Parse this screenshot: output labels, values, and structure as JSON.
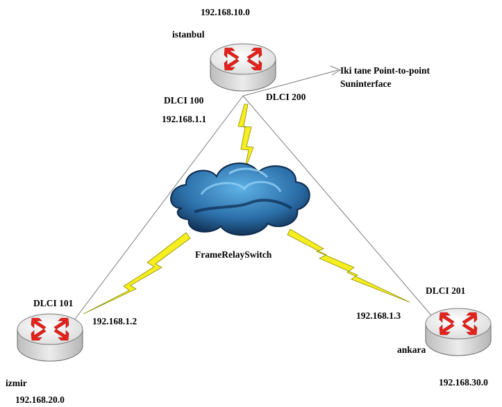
{
  "routers": {
    "istanbul": {
      "name": "istanbul",
      "network": "192.168.10.0",
      "dlci_a": "DLCI 100",
      "dlci_b": "DLCI 200",
      "ip": "192.168.1.1"
    },
    "izmir": {
      "name": "izmir",
      "network": "192.168.20.0",
      "dlci": "DLCI 101",
      "ip": "192.168.1.2"
    },
    "ankara": {
      "name": "ankara",
      "network": "192.168.30.0",
      "dlci": "DLCI 201",
      "ip": "192.168.1.3"
    }
  },
  "switch": {
    "label": "FrameRelaySwitch"
  },
  "annotation": {
    "line1": "Iki tane Point-to-point",
    "line2": "Suninterface"
  },
  "colors": {
    "router_top": "#f2f2f2",
    "router_side": "#d9d9d9",
    "arrow": "#e8221c",
    "bolt": "#f6ee1e",
    "cloud_dark": "#0c2a4e",
    "cloud_light": "#4f9fd6"
  }
}
